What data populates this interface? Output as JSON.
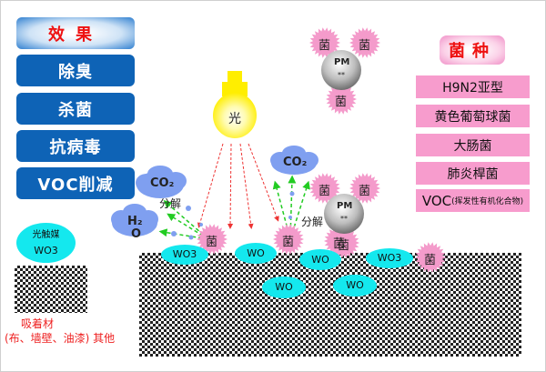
{
  "effects": {
    "header": "效果",
    "items": [
      "除臭",
      "杀菌",
      "抗病毒",
      "VOC削减"
    ]
  },
  "species": {
    "header": "菌种",
    "items": [
      "H9N2亚型",
      "黄色葡萄球菌",
      "大肠菌",
      "肺炎桿菌"
    ],
    "voc_main": "VOC",
    "voc_sub": "(挥发性有机化合物)"
  },
  "light": {
    "label": "光"
  },
  "bacteria_label": "菌",
  "pm": {
    "label": "PM",
    "sub": "**"
  },
  "gases": {
    "co2": "CO₂",
    "h2o_line1": "H₂",
    "h2o_line2": "O"
  },
  "decompose_label": "分解",
  "catalyst": {
    "line1": "光触媒",
    "line2": "WO3",
    "short": "WO",
    "sub": "3"
  },
  "adsorbent": {
    "line1": "吸着材",
    "line2": "(布、墙壁、油漆) 其他"
  },
  "colors": {
    "effect_blue": "#0e63b6",
    "species_pink": "#f79ccd",
    "bacteria_pink": "#f49bcb",
    "catalyst_cyan": "#14e8ee",
    "cloud_blue": "#7f9ff0",
    "arrow_red": "#e33",
    "arrow_green": "#22cc22",
    "bulb_yellow": "#ffee00"
  }
}
